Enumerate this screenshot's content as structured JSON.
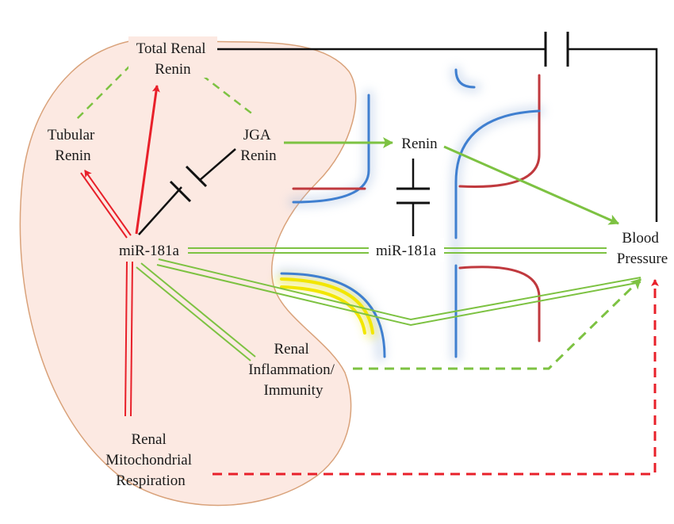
{
  "labels": {
    "total_renal_renin": [
      "Total Renal",
      "Renin"
    ],
    "tubular_renin": [
      "Tubular",
      "Renin"
    ],
    "jga_renin": [
      "JGA",
      "Renin"
    ],
    "renin": "Renin",
    "mir_181a_kidney": "miR-181a",
    "mir_181a_center": "miR-181a",
    "blood_pressure": [
      "Blood",
      "Pressure"
    ],
    "renal_inflammation": [
      "Renal",
      "Inflammation/",
      "Immunity"
    ],
    "renal_mitochondrial": [
      "Renal",
      "Mitochondrial",
      "Respiration"
    ]
  },
  "colors": {
    "kidney_fill": "#fce9e2",
    "kidney_outline": "#d9a27a",
    "red": "#e8202a",
    "green": "#7dc242",
    "black": "#111111",
    "vessel_blue": "#3f7fd0",
    "vessel_red": "#c0393e",
    "highlight_yellow": "#f2e600"
  }
}
